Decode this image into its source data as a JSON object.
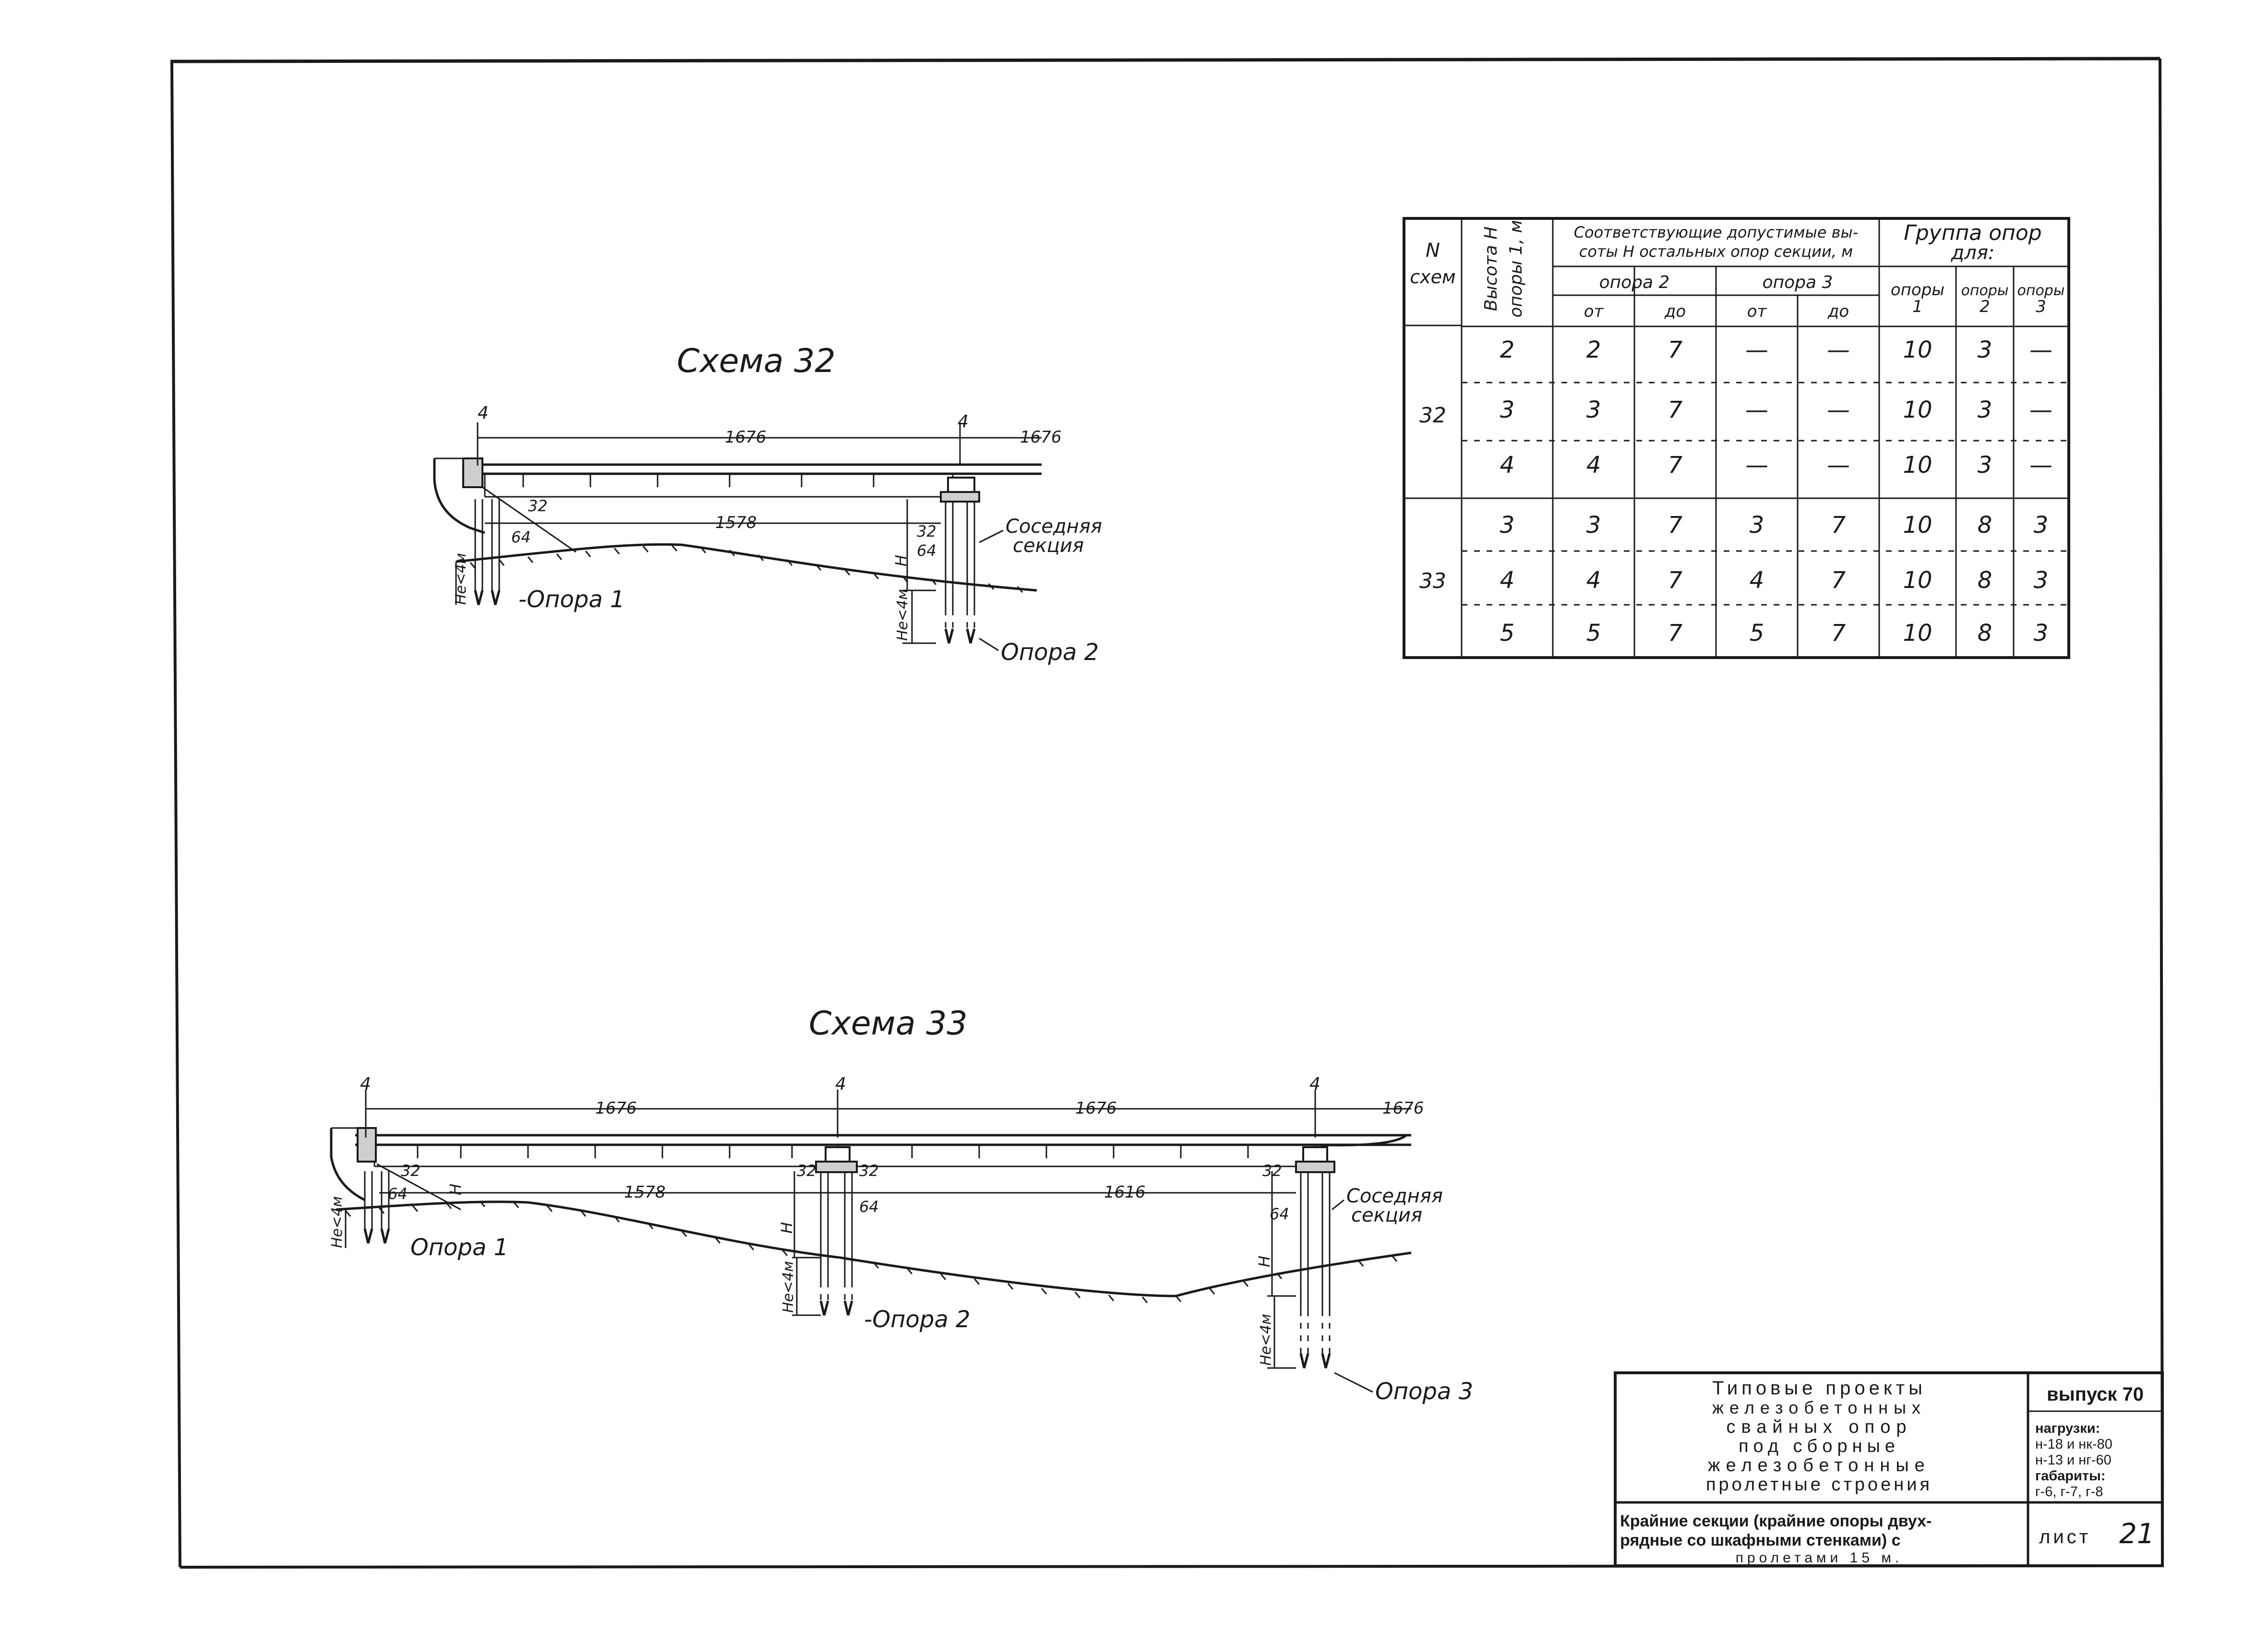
{
  "scheme32": {
    "title": "Схема 32",
    "dims": {
      "joint": "4",
      "span": "1676",
      "clear": "1578",
      "beam_h": "32",
      "pile_off": "64",
      "h": "H",
      "depth": "Не<4м"
    },
    "labels": {
      "support1": "-Опора 1",
      "support2": "Опора 2",
      "neighbor_line1": "Соседняя",
      "neighbor_line2": "секция"
    }
  },
  "scheme33": {
    "title": "Схема 33",
    "dims": {
      "joint": "4",
      "span": "1676",
      "clear1": "1578",
      "clear2": "1616",
      "beam_h": "32",
      "pile_off": "64",
      "h": "H",
      "depth": "Не<4м"
    },
    "labels": {
      "support1": "Опора 1",
      "support2": "-Опора 2",
      "support3": "Опора 3",
      "neighbor_line1": "Соседняя",
      "neighbor_line2": "секция"
    }
  },
  "table": {
    "headers": {
      "n_line1": "N",
      "n_line2": "схем",
      "height_line1": "Высота H",
      "height_line2": "опоры 1, м",
      "allowed_line1": "Соответствующие допустимые вы-",
      "allowed_line2": "соты H остальных опор секции, м",
      "support2": "опора 2",
      "support3": "опора 3",
      "from": "от",
      "to": "до",
      "group_line1": "Группа опор",
      "group_line2": "для:",
      "sup1_line1": "опоры",
      "sup1_line2": "1",
      "sup2_line1": "опоры",
      "sup2_line2": "2",
      "sup3_line1": "опоры",
      "sup3_line2": "3"
    },
    "groups": [
      {
        "scheme": "32",
        "rows": [
          [
            "2",
            "2",
            "7",
            "—",
            "—",
            "10",
            "3",
            "—"
          ],
          [
            "3",
            "3",
            "7",
            "—",
            "—",
            "10",
            "3",
            "—"
          ],
          [
            "4",
            "4",
            "7",
            "—",
            "—",
            "10",
            "3",
            "—"
          ]
        ]
      },
      {
        "scheme": "33",
        "rows": [
          [
            "3",
            "3",
            "7",
            "3",
            "7",
            "10",
            "8",
            "3"
          ],
          [
            "4",
            "4",
            "7",
            "4",
            "7",
            "10",
            "8",
            "3"
          ],
          [
            "5",
            "5",
            "7",
            "5",
            "7",
            "10",
            "8",
            "3"
          ]
        ]
      }
    ]
  },
  "stamp": {
    "title_lines": [
      "Типовые проекты",
      "железобетонных",
      "свайных опор",
      "под сборные",
      "железобетонные",
      "пролетные строения"
    ],
    "issue": "выпуск 70",
    "loads_lines": [
      "нагрузки:",
      "н-18 и нк-80",
      "н-13 и нг-60",
      "габариты:",
      "г-6, г-7, г-8"
    ],
    "subtitle_lines": [
      "Крайние секции (крайние опоры двух-",
      "рядные со шкафными стенками) с",
      "пролетами 15 м."
    ],
    "sheet_label": "лист",
    "sheet_number": "21"
  }
}
